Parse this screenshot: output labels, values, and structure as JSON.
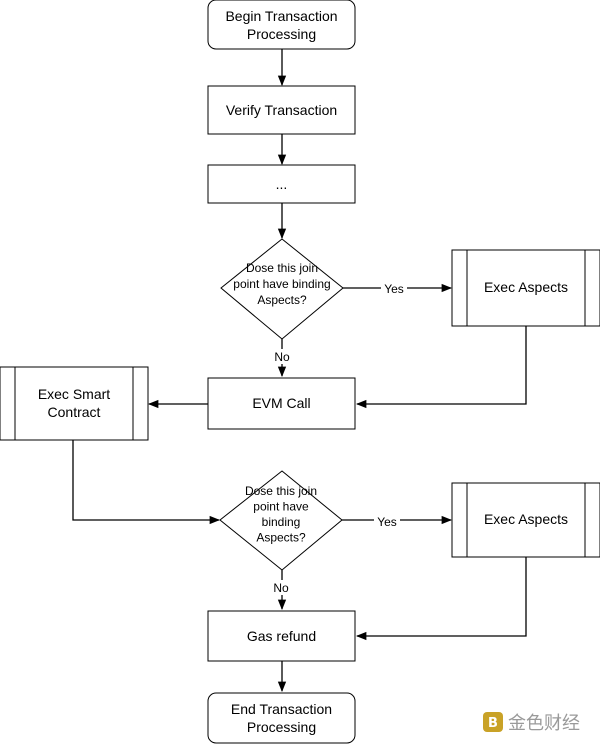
{
  "nodes": {
    "start": "Begin Transaction\nProcessing",
    "verify": "Verify Transaction",
    "ellipsis": "...",
    "decision1": "Dose this join\npoint have binding\nAspects?",
    "exec_aspects_1": "Exec Aspects",
    "evm_call": "EVM Call",
    "exec_smart_contract": "Exec Smart\nContract",
    "decision2": "Dose this join\npoint have\nbinding\nAspects?",
    "exec_aspects_2": "Exec Aspects",
    "gas_refund": "Gas refund",
    "end": "End Transaction\nProcessing"
  },
  "edges": {
    "yes_1": "Yes",
    "no_1": "No",
    "yes_2": "Yes",
    "no_2": "No"
  },
  "watermark": {
    "text": "金色财经",
    "logo_color": "#c9a227"
  }
}
